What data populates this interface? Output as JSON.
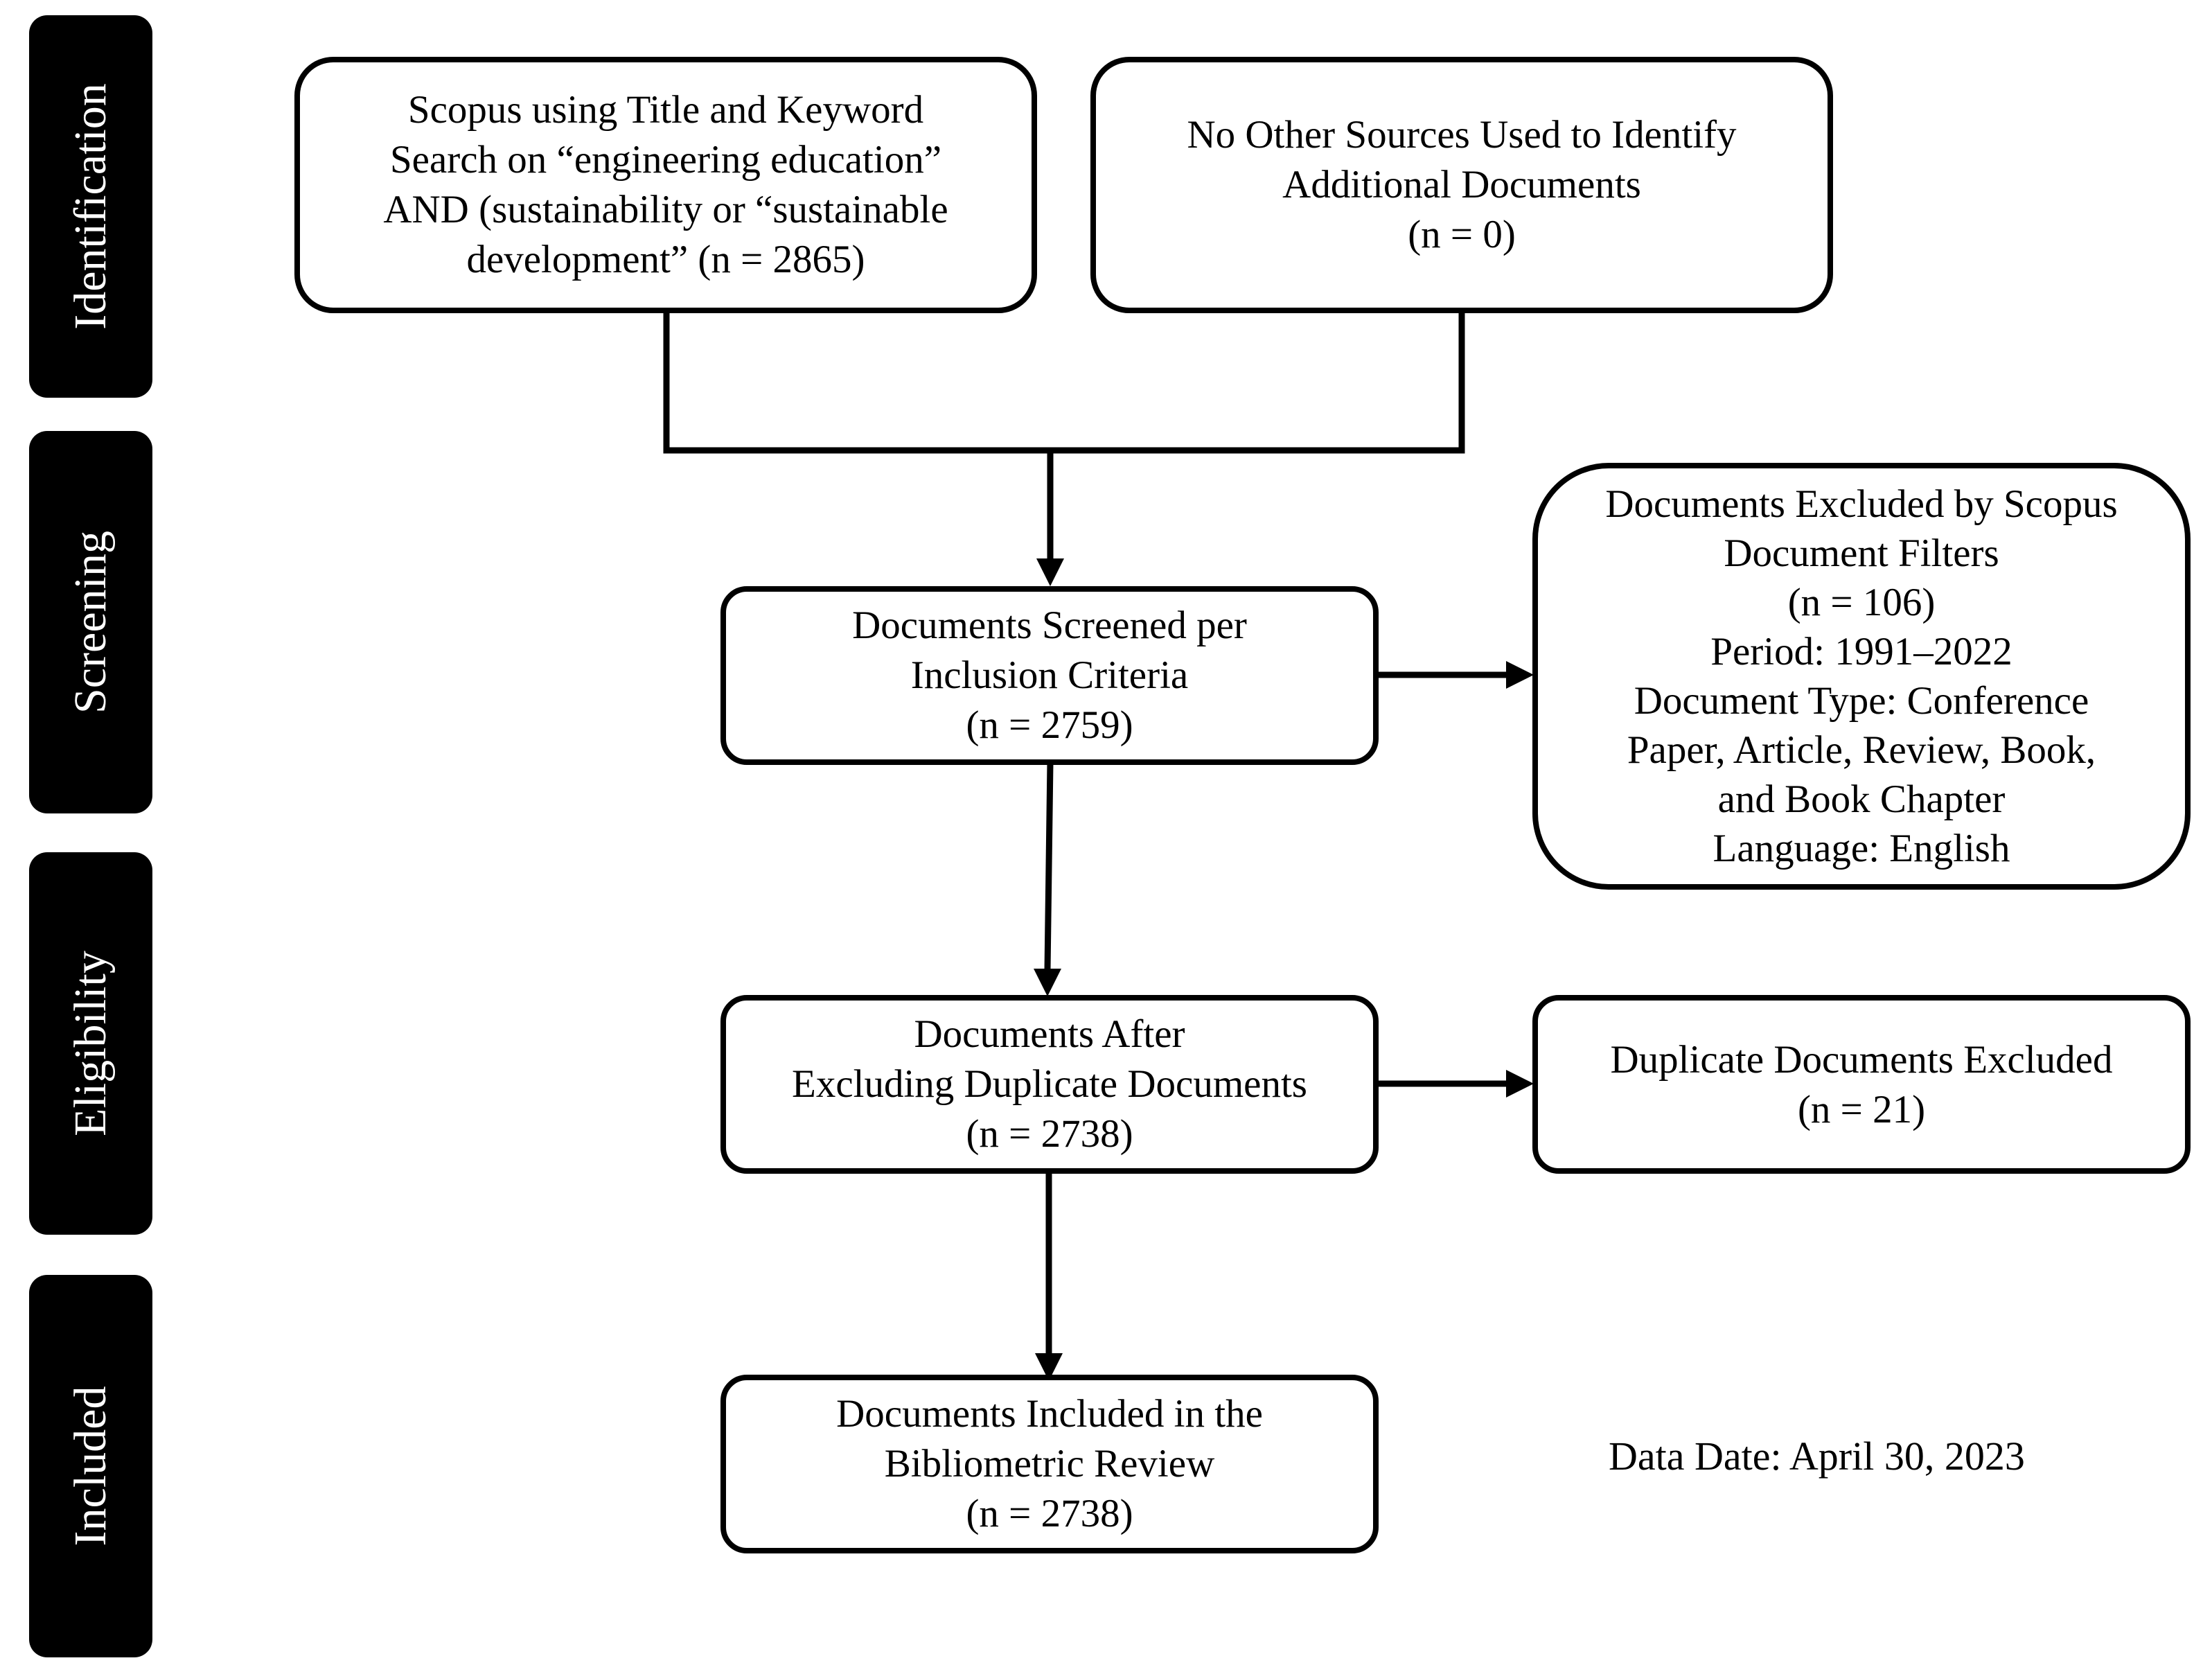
{
  "phases": [
    {
      "label": "Identification"
    },
    {
      "label": "Screening"
    },
    {
      "label": "Eligibility"
    },
    {
      "label": "Included"
    }
  ],
  "boxes": {
    "scopus_search": {
      "lines": [
        "Scopus using Title and Keyword",
        "Search on “engineering education”",
        "AND (sustainability or “sustainable",
        "development” (n = 2865)"
      ]
    },
    "other_sources": {
      "lines": [
        "No Other Sources Used to Identify",
        "Additional Documents",
        "(n = 0)"
      ]
    },
    "screened": {
      "lines": [
        "Documents Screened per",
        "Inclusion Criteria",
        "(n = 2759)"
      ]
    },
    "excluded_filters": {
      "lines": [
        "Documents Excluded by Scopus",
        "Document Filters",
        "(n = 106)",
        "Period: 1991–2022",
        "Document Type: Conference",
        "Paper, Article, Review, Book,",
        "and Book Chapter",
        "Language: English"
      ]
    },
    "after_duplicates": {
      "lines": [
        "Documents After",
        "Excluding Duplicate Documents",
        "(n = 2738)"
      ]
    },
    "duplicates_excluded": {
      "lines": [
        "Duplicate Documents Excluded",
        "(n = 21)"
      ]
    },
    "included": {
      "lines": [
        "Documents Included in the",
        "Bibliometric Review",
        "(n = 2738)"
      ]
    }
  },
  "note": {
    "data_date": "Data Date: April 30, 2023"
  }
}
